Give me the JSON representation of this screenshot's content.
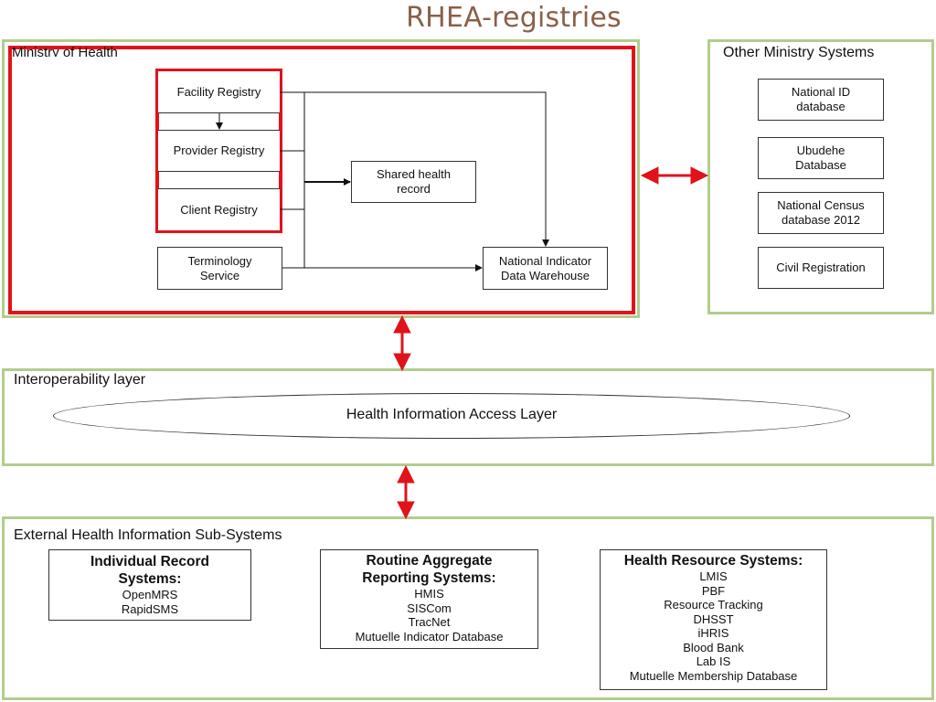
{
  "title": "RHEA-registries",
  "ministry": {
    "label": "Ministry of Health",
    "facility_registry": "Facility Registry",
    "provider_registry": "Provider Registry",
    "client_registry": "Client Registry",
    "terminology_service": "Terminology Service",
    "shared_health_record": "Shared health record",
    "national_indicator": "National Indicator Data Warehouse"
  },
  "other_ministry": {
    "label": "Other Ministry Systems",
    "items": [
      "National ID database",
      "Ubudehe Database",
      "National Census database 2012",
      "Civil Registration"
    ]
  },
  "interop": {
    "label": "Interoperability layer",
    "hial": "Health Information Access Layer"
  },
  "external": {
    "label": "External Health Information Sub-Systems",
    "groups": [
      {
        "heading": "Individual Record Systems:",
        "items": [
          "OpenMRS",
          "RapidSMS"
        ]
      },
      {
        "heading": "Routine Aggregate Reporting Systems:",
        "items": [
          "HMIS",
          "SISCom",
          "TracNet",
          "Mutuelle Indicator Database"
        ]
      },
      {
        "heading": "Health Resource Systems:",
        "items": [
          "LMIS",
          "PBF",
          "Resource Tracking",
          "DHSST",
          "iHRIS",
          "Blood Bank",
          "Lab IS",
          "Mutuelle Membership Database"
        ]
      }
    ]
  },
  "colors": {
    "title": "#8a6048",
    "panel_border": "#b2cd8c",
    "highlight_red": "#e0131b"
  }
}
